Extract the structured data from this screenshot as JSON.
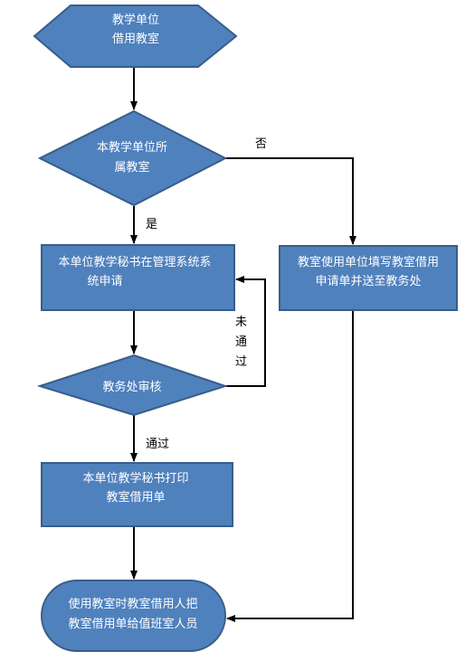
{
  "nodes": {
    "start": {
      "line1": "教学单位",
      "line2": "借用教室"
    },
    "decision_own": {
      "line1": "本教学单位所",
      "line2": "属教室"
    },
    "secretary_apply": {
      "line1": "本单位教学秘书在管理系统系",
      "line2": "统申请"
    },
    "other_unit_apply": {
      "line1": "教室使用单位填写教室借用",
      "line2": "申请单并送至教务处"
    },
    "review": {
      "line1": "教务处审核"
    },
    "print_form": {
      "line1": "本单位教学秘书打印",
      "line2": "教室借用单"
    },
    "end": {
      "line1": "使用教室时教室借用人把",
      "line2": "教室借用单给值班室人员"
    }
  },
  "edge_labels": {
    "no": "否",
    "yes": "是",
    "not_passed_1": "未",
    "not_passed_2": "通",
    "not_passed_3": "过",
    "passed": "通过"
  },
  "colors": {
    "fill": "#4f81bd",
    "stroke": "#385d8a",
    "line": "#000000",
    "node_text": "#ffffff"
  }
}
